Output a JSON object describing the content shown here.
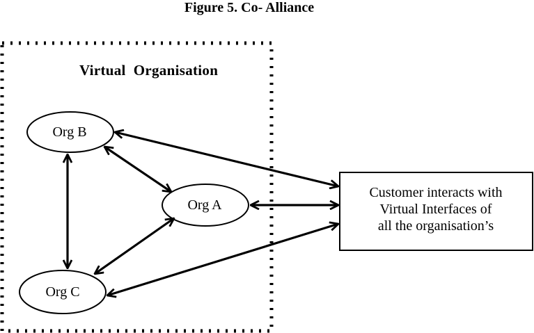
{
  "figure": {
    "title": "Figure 5. Co- Alliance"
  },
  "container": {
    "label": "Virtual  Organisation"
  },
  "nodes": {
    "org_b": "Org B",
    "org_a": "Org A",
    "org_c": "Org C"
  },
  "customer_box": {
    "lines": [
      "Customer interacts with",
      "Virtual Interfaces of",
      "all the organisation’s"
    ]
  },
  "colors": {
    "stroke": "#000000",
    "background": "#ffffff"
  }
}
